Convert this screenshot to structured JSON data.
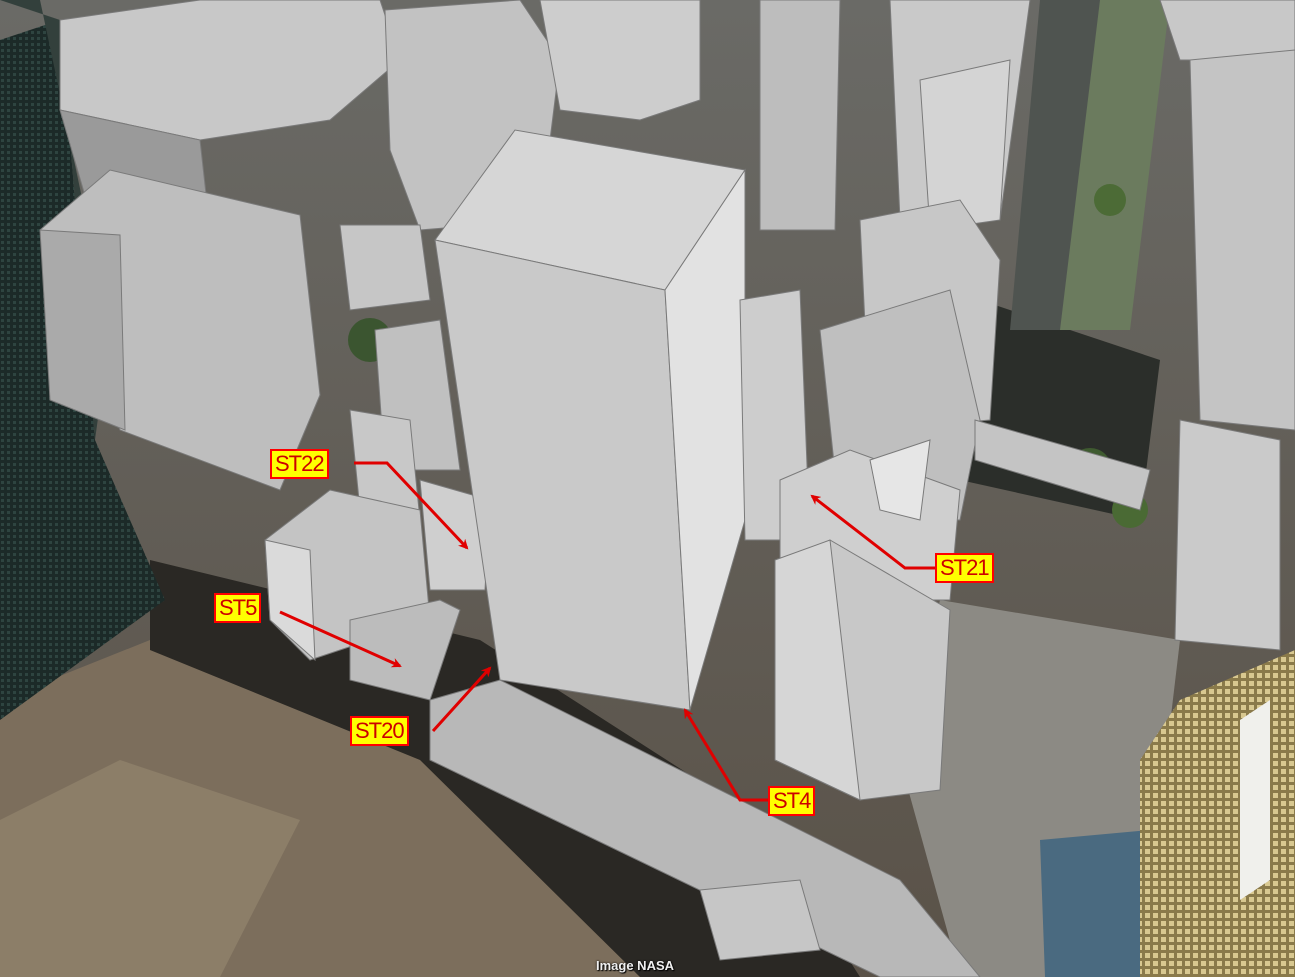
{
  "callouts": {
    "st22": "ST22",
    "st5": "ST5",
    "st20": "ST20",
    "st4": "ST4",
    "st21": "ST21"
  },
  "imagery_credit": "Image NASA",
  "colors": {
    "callout_fill": "#ffff00",
    "callout_border": "#ff0000",
    "callout_text": "#cc0000",
    "arrow": "#e00000",
    "building": "#b4b4b4"
  }
}
